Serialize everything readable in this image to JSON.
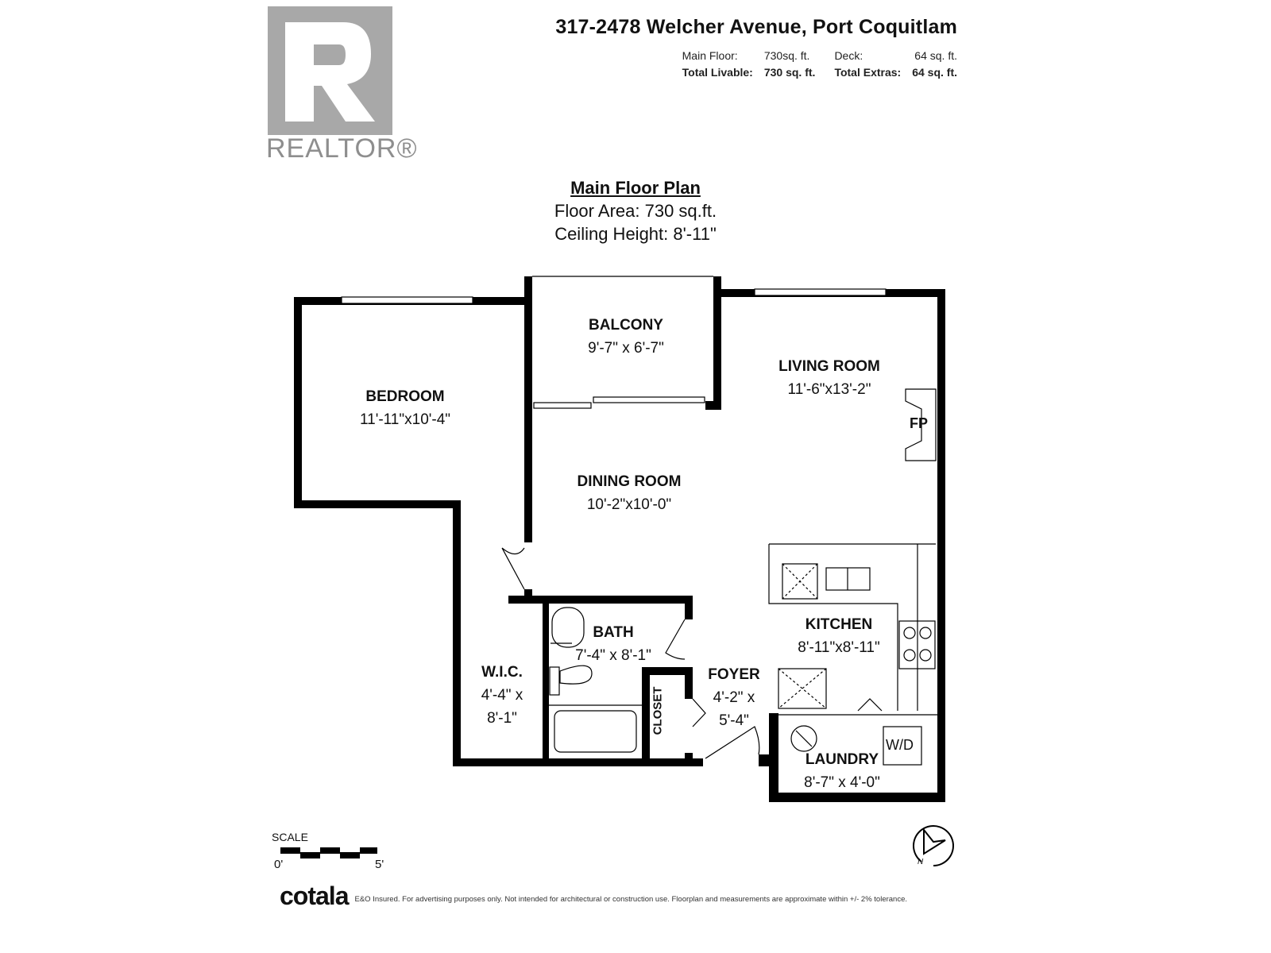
{
  "header": {
    "address": "317-2478 Welcher Avenue, Port Coquitlam",
    "main_floor_label": "Main Floor:",
    "main_floor_value": "730sq. ft.",
    "deck_label": "Deck:",
    "deck_value": "64 sq. ft.",
    "total_livable_label": "Total Livable:",
    "total_livable_value": "730 sq. ft.",
    "total_extras_label": "Total Extras:",
    "total_extras_value": "64 sq. ft."
  },
  "logo": {
    "realtor": "REALTOR®"
  },
  "plan": {
    "title": "Main Floor Plan",
    "floor_area": "Floor Area: 730 sq.ft.",
    "ceiling_height": "Ceiling Height: 8'-11\""
  },
  "rooms": [
    {
      "name": "BALCONY",
      "dims": "9'-7\" x 6'-7\""
    },
    {
      "name": "LIVING ROOM",
      "dims": "11'-6\"x13'-2\""
    },
    {
      "name": "BEDROOM",
      "dims": "11'-11\"x10'-4\""
    },
    {
      "name": "DINING ROOM",
      "dims": "10'-2\"x10'-0\""
    },
    {
      "name": "BATH",
      "dims": "7'-4\" x 8'-1\""
    },
    {
      "name": "KITCHEN",
      "dims": "8'-11\"x8'-11\""
    },
    {
      "name": "W.I.C.",
      "dims": "4'-4\" x",
      "dims2": "8'-1\""
    },
    {
      "name": "FOYER",
      "dims": "4'-2\" x",
      "dims2": "5'-4\""
    },
    {
      "name": "LAUNDRY",
      "dims": "8'-7\" x 4'-0\""
    }
  ],
  "fixtures": {
    "closet": "CLOSET",
    "fireplace": "FP",
    "washer_dryer": "W/D"
  },
  "scale": {
    "label": "SCALE",
    "min": "0'",
    "max": "5'"
  },
  "compass": {
    "north": "N"
  },
  "footer": {
    "brand": "cotala",
    "disclaimer": "E&O Insured. For advertising purposes only. Not intended for architectural or construction use. Floorplan and measurements are approximate within +/- 2% tolerance."
  }
}
